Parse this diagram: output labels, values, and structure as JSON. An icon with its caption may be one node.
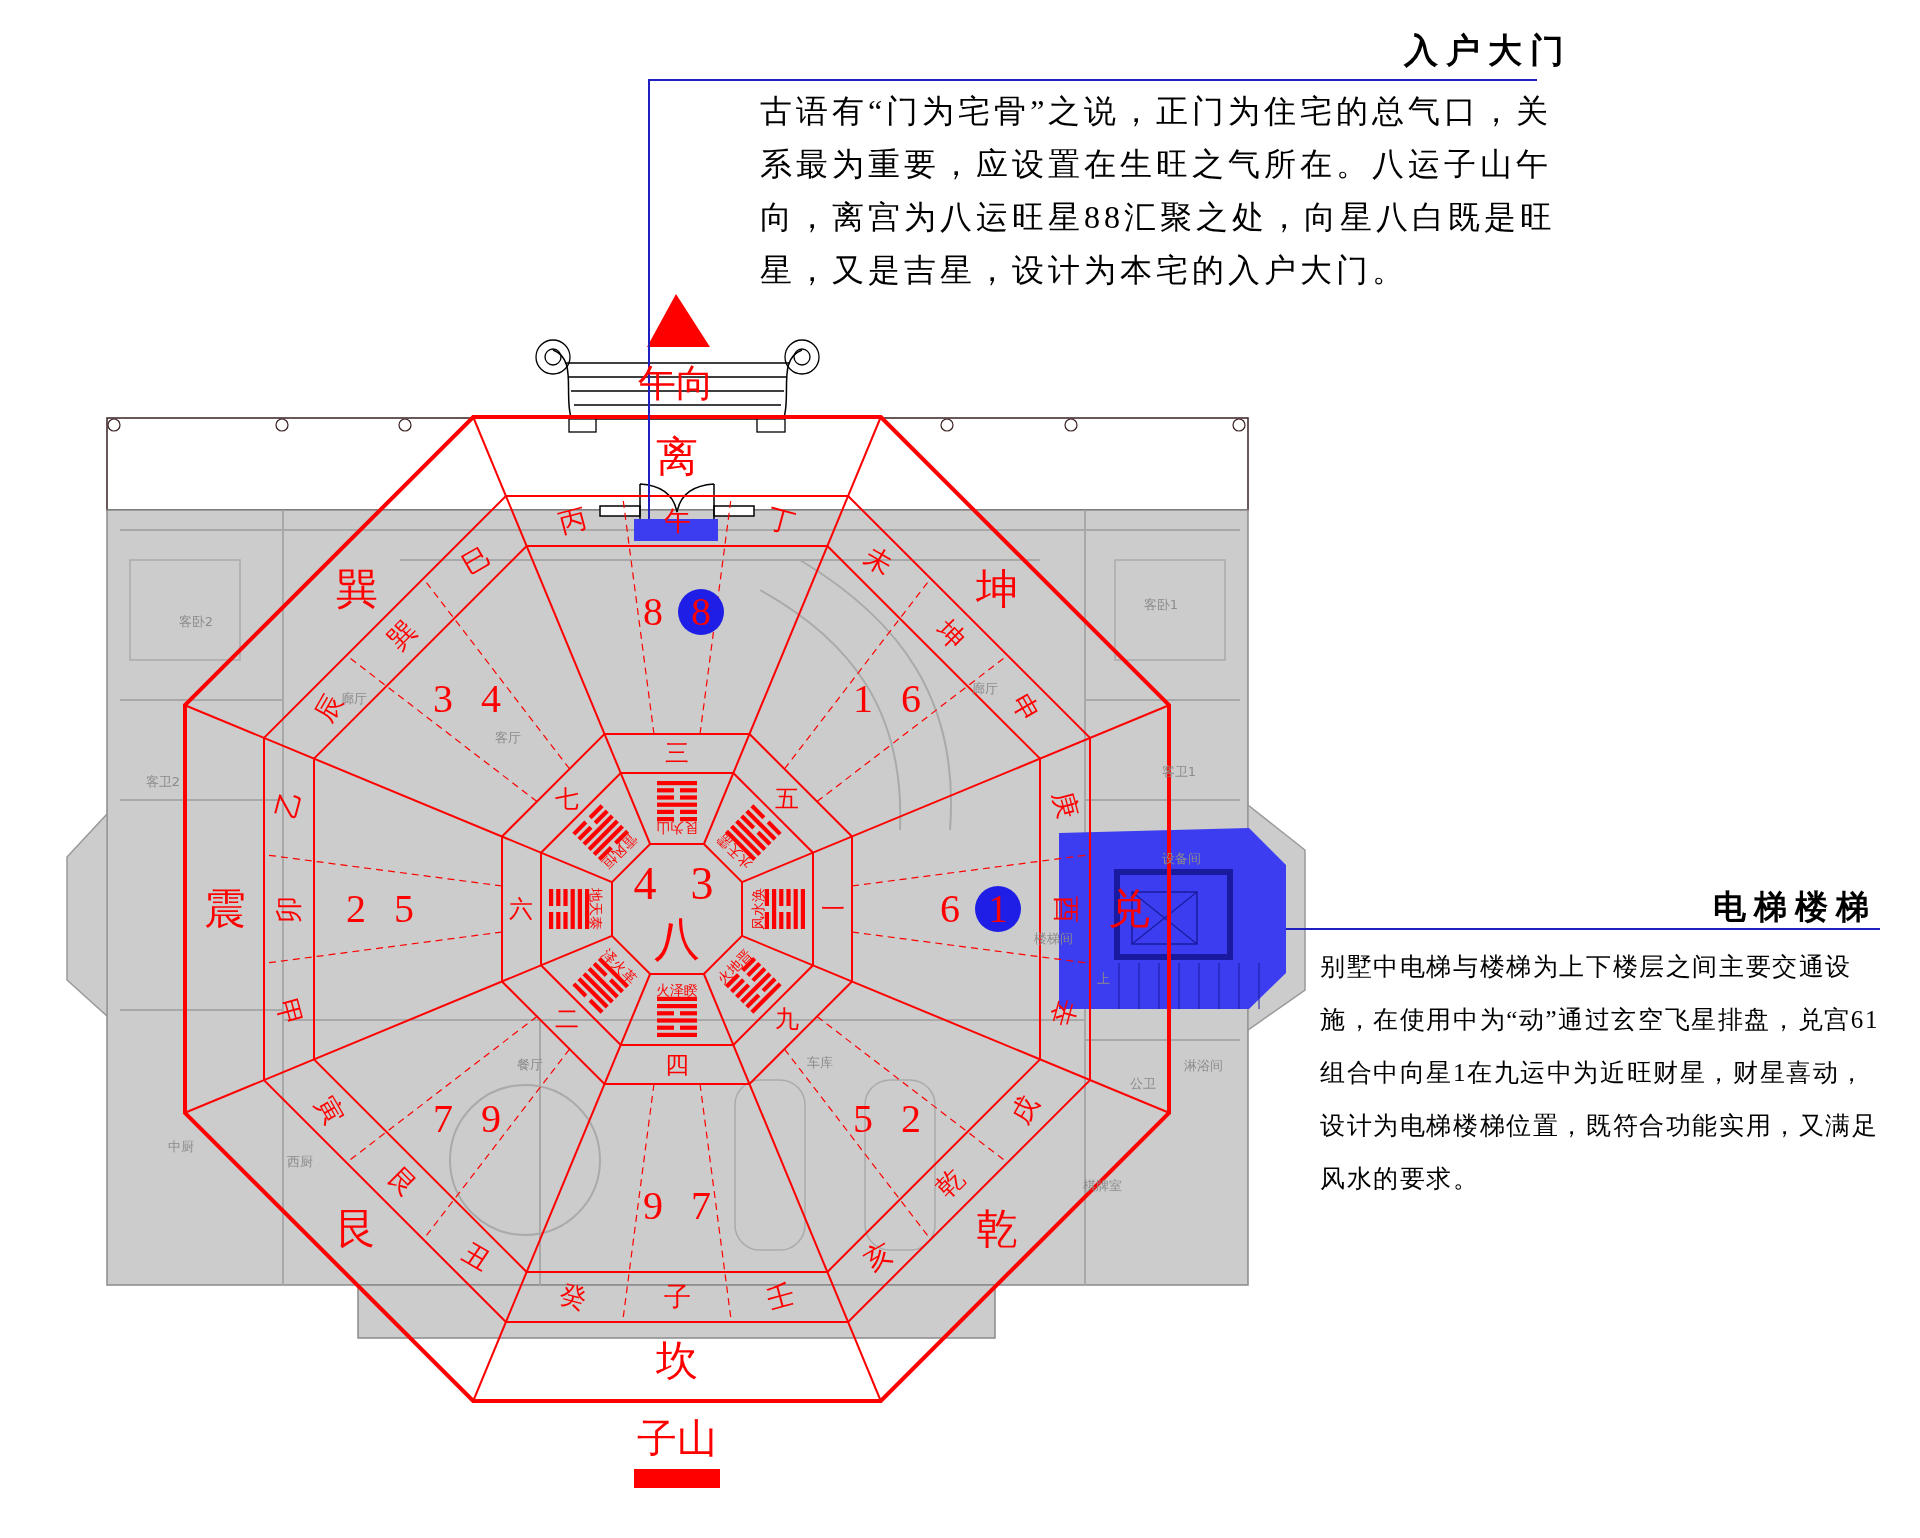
{
  "diagram": {
    "nodes": [
      {
        "text": [
          "入户大门",
          "古语有“门为宅骨”之说，正门为住宅的总气口，关系最为重要，应设置在生旺之气所在。八运子山午向，离宫为八运旺星88汇聚之处，向星八白既是旺星，又是吉星，设计为本宅的入户大门。"
        ]
      },
      {
        "text": [],
        "shape": "box"
      },
      {
        "text": [
          "电梯楼梯",
          "别墅中电梯与楼梯为上下楼层之间主要交通设施，在使用中为“动”通过玄空飞星排盘，兑宫61组合中向星1在九运中为近旺财星，财星喜动，设计为电梯楼梯位置，既符合功能实用，又满足风水的要求。"
        ]
      },
      {
        "text": [],
        "shape": "box"
      }
    ],
    "edges": [
      {
        "from": 0,
        "to": 1,
        "arrow": "none"
      },
      {
        "from": 2,
        "to": 3,
        "arrow": "none"
      }
    ],
    "labels": [
      "午向",
      "离",
      "丙",
      "午",
      "丁",
      "巽",
      "坤",
      "巳",
      "巽",
      "辰",
      "未",
      "坤",
      "申",
      "8",
      "8",
      "3",
      "4",
      "1",
      "6",
      "三",
      "七",
      "五",
      "艮为山",
      "雷风恒",
      "水天需",
      "乙",
      "庚",
      "震",
      "卯",
      "2",
      "5",
      "六",
      "地天泰",
      "4",
      "3",
      "风水涣",
      "一",
      "6",
      "1",
      "酉",
      "兑",
      "八",
      "甲",
      "辛",
      "泽火革",
      "火泽睽",
      "火地晋",
      "二",
      "九",
      "四",
      "寅",
      "7",
      "9",
      "5",
      "2",
      "戌",
      "艮",
      "乾",
      "艮",
      "9",
      "7",
      "乾",
      "丑",
      "亥",
      "癸",
      "子",
      "壬",
      "坎",
      "子山",
      "客卧2",
      "客卫2",
      "廊厅",
      "客厅",
      "客卧1",
      "廊厅",
      "客卫1",
      "设备间",
      "楼梯间",
      "上",
      "餐厅",
      "车库",
      "西厨",
      "中厨",
      "公卫",
      "淋浴间",
      "棋牌室"
    ]
  }
}
